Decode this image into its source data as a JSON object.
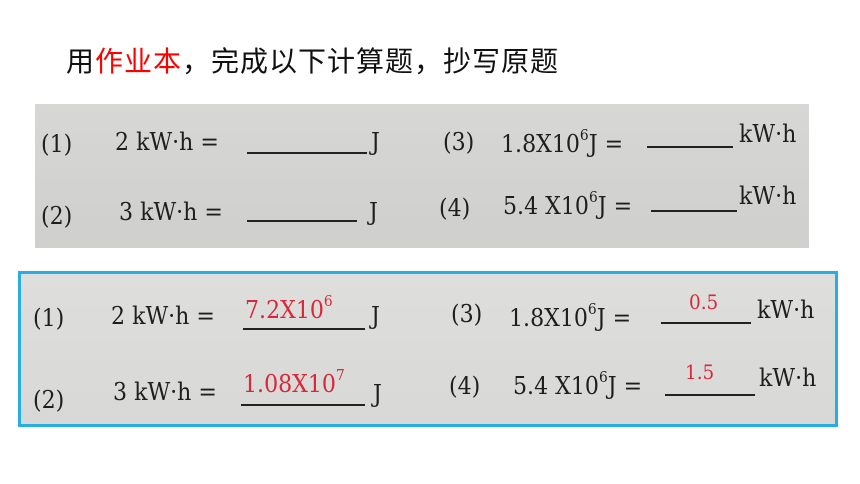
{
  "heading": {
    "prefix": "用",
    "highlight": "作业本",
    "suffix": "，完成以下计算题，抄写原题"
  },
  "colors": {
    "highlight": "#ff0000",
    "answer_border": "#29aee3",
    "answer_ink": "#d8283a"
  },
  "problems": [
    {
      "num": "(1)",
      "expr": "2 kW·h =",
      "unit": "J"
    },
    {
      "num": "(2)",
      "expr": "3 kW·h =",
      "unit": "J"
    },
    {
      "num": "(3)",
      "expr_base": "1.8X10",
      "expr_exp": "6",
      "expr_tail": "J =",
      "unit": "kW·h"
    },
    {
      "num": "(4)",
      "expr_base": "5.4 X10",
      "expr_exp": "6",
      "expr_tail": "J =",
      "unit": "kW·h"
    }
  ],
  "answers": {
    "a1_base": "7.2X10",
    "a1_exp": "6",
    "a2_base": "1.08X10",
    "a2_exp": "7",
    "a3": "0.5",
    "a4": "1.5"
  }
}
